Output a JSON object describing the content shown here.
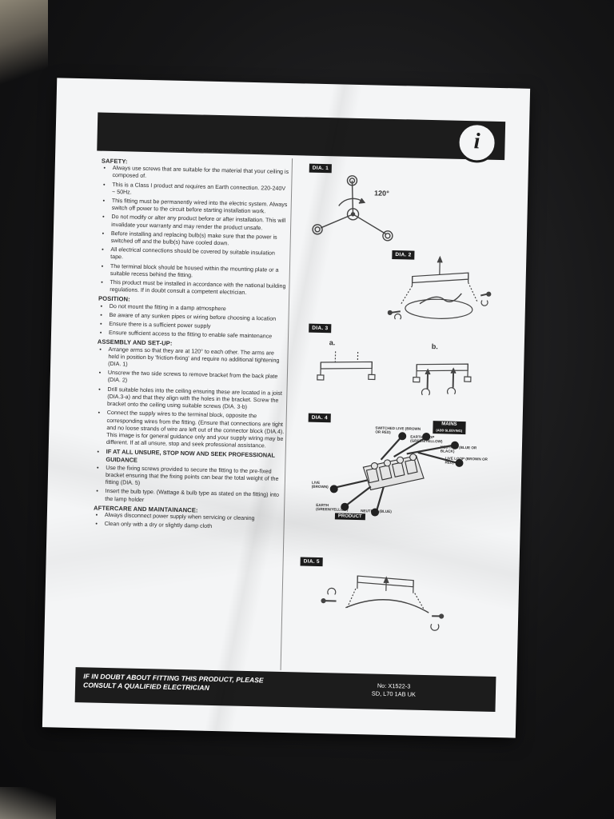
{
  "header": {
    "info_icon": "i"
  },
  "safety": {
    "title": "SAFETY:",
    "items": [
      "Always use screws that are suitable for the material that your ceiling is composed of.",
      "This is a Class I product and requires an Earth connection. 220-240V ~ 50Hz.",
      "This fitting must be permanently wired into the electric system. Always switch off power to the circuit before starting installation work.",
      "Do not modify or alter any product before or after installation. This will invalidate your warranty and may render the product unsafe.",
      "Before installing and replacing bulb(s) make sure that the power is switched off and the bulb(s) have cooled down.",
      "All electrical connections should be covered by suitable insulation tape.",
      "The terminal block should be housed within the mounting plate or a suitable recess behind the fitting.",
      "This product must be installed in accordance with the national building regulations. If in doubt consult a competent electrician."
    ]
  },
  "position": {
    "title": "POSITION:",
    "items": [
      "Do not mount the fitting in a damp atmosphere",
      "Be aware of any sunken pipes or wiring before choosing a location",
      "Ensure there is a sufficient power supply",
      "Ensure sufficient access to the fitting to enable safe maintenance"
    ]
  },
  "assembly": {
    "title": "ASSEMBLY AND SET-UP:",
    "items": [
      "Arrange arms so that they are at 120° to each other. The arms are held in position by 'friction-fixing' and require no additional tightening (DIA. 1)",
      "Unscrew the two side screws to remove bracket from the back plate (DIA. 2)",
      "Drill suitable holes into the ceiling ensuring these are located in a joist (DIA.3-a) and that they align with the holes in the bracket. Screw the bracket onto the ceiling using suitable screws (DIA. 3-b)",
      "Connect the supply wires to the terminal block, opposite the corresponding wires from the fitting. (Ensure that connections are tight and no loose strands of wire are left out of the connector block (DIA.4). This image is for general guidance only and your supply wiring may be different. If at all unsure, stop and seek professional assistance."
    ],
    "warning": "IF AT ALL UNSURE, STOP NOW AND SEEK PROFESSIONAL GUIDANCE",
    "items2": [
      "Use the fixing screws provided to secure the fitting to the pre-fixed bracket ensuring that the fixing points can bear the total weight of the fitting (DIA. 5)",
      "Insert the bulb type. (Wattage & bulb type as stated on the fitting) into the lamp holder"
    ]
  },
  "aftercare": {
    "title": "AFTERCARE AND MAINTAINANCE:",
    "items": [
      "Always disconnect power supply when servicing or cleaning",
      "Clean only with a dry or slightly damp cloth"
    ]
  },
  "diagrams": {
    "dia1": {
      "label": "DIA. 1",
      "angle": "120°"
    },
    "dia2": {
      "label": "DIA. 2"
    },
    "dia3": {
      "label": "DIA. 3",
      "a": "a.",
      "b": "b."
    },
    "dia4": {
      "label": "DIA. 4",
      "mains": "MAINS",
      "mains_sub": "(ADD SLEEVING)",
      "switched_live": "SWITCHED LIVE (BROWN OR RED)",
      "earth_loop": "EARTH LOOP (GREEN/YELLOW)",
      "neutral": "NEUTRAL (BLUE OR BLACK)",
      "live_loop": "LIVE LOOP (BROWN OR RED)",
      "live": "LIVE (BROWN)",
      "earth": "EARTH (GREEN/YELLOW)",
      "neutral_blue": "NEUTRAL (BLUE)",
      "product": "PRODUCT"
    },
    "dia5": {
      "label": "DIA. 5"
    }
  },
  "footer": {
    "message": "IF IN DOUBT ABOUT FITTING THIS PRODUCT, PLEASE CONSULT A QUALIFIED ELECTRICIAN",
    "ref_no": "No: X1522-3",
    "ref_addr": "SD, L70 1AB UK"
  }
}
